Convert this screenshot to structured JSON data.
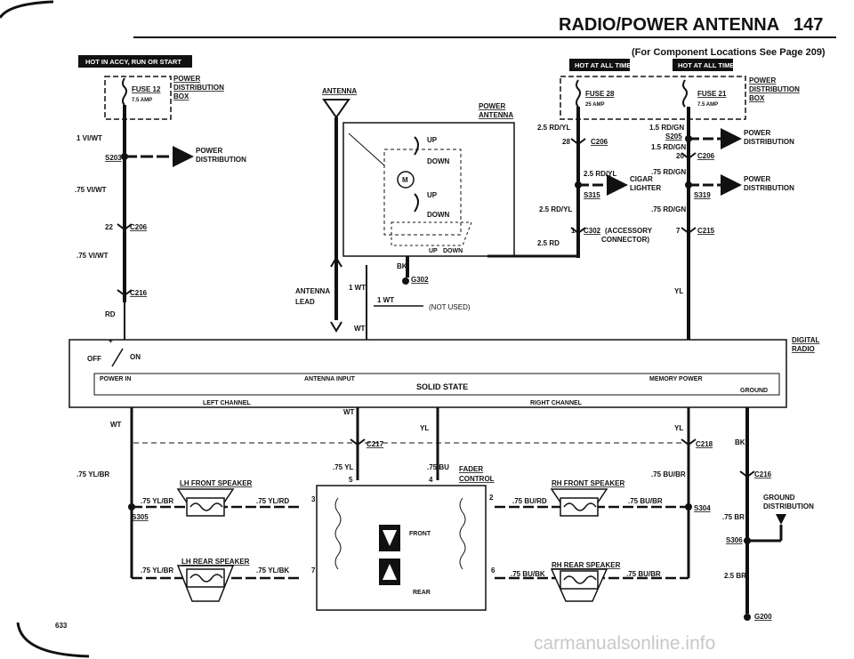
{
  "header": {
    "title": "RADIO/POWER ANTENNA",
    "page_number": "147",
    "subtitle": "(For Component Locations See Page 209)"
  },
  "hot_bars": {
    "left": "HOT IN ACCY, RUN OR START",
    "mid": "HOT AT ALL TIMES",
    "right": "HOT AT ALL TIMES"
  },
  "fuse_box_left": {
    "fuse": "FUSE 12",
    "amp": "7.5 AMP",
    "label_lines": [
      "POWER",
      "DISTRIBUTION",
      "BOX"
    ]
  },
  "fuse_box_mid": {
    "fuse": "FUSE 28",
    "amp": "25 AMP"
  },
  "fuse_box_right": {
    "fuse": "FUSE 21",
    "amp": "7.5 AMP",
    "label_lines": [
      "POWER",
      "DISTRIBUTION",
      "BOX"
    ]
  },
  "left_column": {
    "wire1": "1 VI/WT",
    "splice": "S203",
    "pd_lines": [
      "POWER",
      "DISTRIBUTION"
    ],
    "wire2": ".75 VI/WT",
    "conn_pin": "22",
    "conn": "C206",
    "wire3": ".75 VI/WT",
    "conn2": "C216",
    "wire4": "RD"
  },
  "antenna": {
    "title": "ANTENNA",
    "power_lines": [
      "POWER",
      "ANTENNA"
    ],
    "up": "UP",
    "down": "DOWN",
    "m": "M",
    "up2": "UP",
    "down2": "DOWN",
    "switch_up": "UP",
    "switch_down": "DOWN",
    "lead_lines": [
      "ANTENNA",
      "LEAD"
    ],
    "wire_1wt_a": "1 WT",
    "wire_1wt_b": "1 WT",
    "bk": "BK",
    "ground": "G302",
    "not_used": "(NOT USED)",
    "wt": "WT"
  },
  "mid_column": {
    "w1": "2.5 RD/YL",
    "pin28": "28",
    "c206": "C206",
    "w2": "2.5 RD/YL",
    "s315": "S315",
    "w3": "2.5 RD/YL",
    "pin1": "1",
    "c302": "C302",
    "c302_lines": [
      "(ACCESSORY",
      "CONNECTOR)"
    ],
    "w4": "2.5 RD",
    "cigar_lines": [
      "CIGAR",
      "LIGHTER"
    ]
  },
  "right_column": {
    "w1": "1.5 RD/GN",
    "s205": "S205",
    "w2": "1.5 RD/GN",
    "pin20": "20",
    "c206": "C206",
    "w3": ".75 RD/GN",
    "s319": "S319",
    "w4": ".75 RD/GN",
    "pin7": "7",
    "c215": "C215",
    "yl": "YL",
    "pd1": [
      "POWER",
      "DISTRIBUTION"
    ],
    "pd2": [
      "POWER",
      "DISTRIBUTION"
    ]
  },
  "radio": {
    "label_lines": [
      "DIGITAL",
      "RADIO"
    ],
    "off": "OFF",
    "on": "ON",
    "plus": "+",
    "power_in": "POWER IN",
    "antenna_input": "ANTENNA INPUT",
    "solid_state": "SOLID STATE",
    "memory_power": "MEMORY POWER",
    "ground": "GROUND",
    "left_channel": "LEFT  CHANNEL",
    "right_channel": "RIGHT CHANNEL"
  },
  "speakers": {
    "wt_left": "WT",
    "wt_mid": "WT",
    "yl_mid": "YL",
    "yl_right": "YL",
    "c217": "C217",
    "c218": "C218",
    "lf_wire": ".75 YL/BR",
    "lf_title": "LH FRONT SPEAKER",
    "lf_w_in": ".75 YL/BR",
    "lf_w_out": ".75 YL/RD",
    "lf_pin": "3",
    "s305": "S305",
    "lr_title": "LH REAR SPEAKER",
    "lr_w_in": ".75 YL/BR",
    "lr_w_out": ".75 YL/BK",
    "lr_pin": "7",
    "fader_yl": ".75 YL",
    "fader_yl_pin": "5",
    "fader_bu": ".75 BU",
    "fader_bu_pin": "4",
    "fader_lines": [
      "FADER",
      "CONTROL"
    ],
    "front": "FRONT",
    "rear": "REAR",
    "rf_pin": "2",
    "rf_title": "RH FRONT SPEAKER",
    "rf_w_in": ".75 BU/RD",
    "rf_w_out": ".75 BU/BR",
    "rf_wire_top": ".75 BU/BR",
    "s304": "S304",
    "rr_pin": "6",
    "rr_title": "RH REAR SPEAKER",
    "rr_w_in": ".75 BU/BK",
    "rr_w_out": ".75 BU/BR"
  },
  "ground_column": {
    "bk": "BK",
    "c216": "C216",
    "gd_lines": [
      "GROUND",
      "DISTRIBUTION"
    ],
    "w1": ".75 BR",
    "s306": "S306",
    "w2": "2.5 BR",
    "g200": "G200"
  },
  "footer": {
    "page_code": "633",
    "watermark": "carmanualsonline.info"
  }
}
